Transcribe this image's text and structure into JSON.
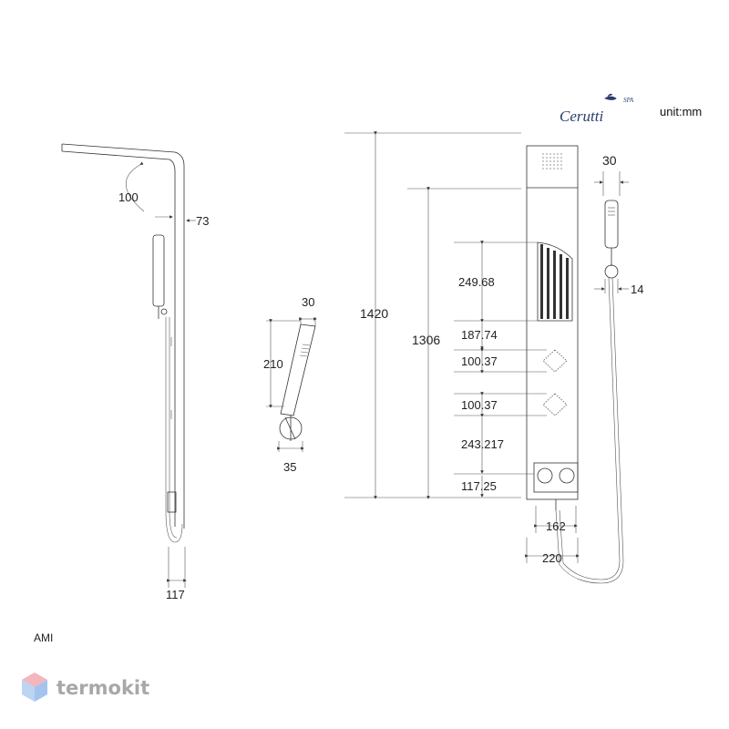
{
  "brand": {
    "name": "Cerutti",
    "sup": "SPA"
  },
  "unit_label": "unit:mm",
  "model_label": "AMI",
  "watermark": "termokit",
  "side_view": {
    "dim_100": "100",
    "dim_73": "73",
    "dim_117": "117"
  },
  "hand_shower": {
    "dim_30": "30",
    "dim_210": "210",
    "dim_35": "35"
  },
  "front_view": {
    "dim_1420": "1420",
    "dim_1306": "1306",
    "dim_249": "249.68",
    "dim_187": "187.74",
    "dim_100a": "100.37",
    "dim_100b": "100.37",
    "dim_243": "243.217",
    "dim_117": "117.25",
    "dim_162": "162",
    "dim_220": "220",
    "dim_30": "30",
    "dim_14": "14"
  },
  "colors": {
    "line": "#333333",
    "brand": "#2a3d6b",
    "watermark_top": "#f0a0a8",
    "watermark_bottom": "#a8c8f0"
  }
}
